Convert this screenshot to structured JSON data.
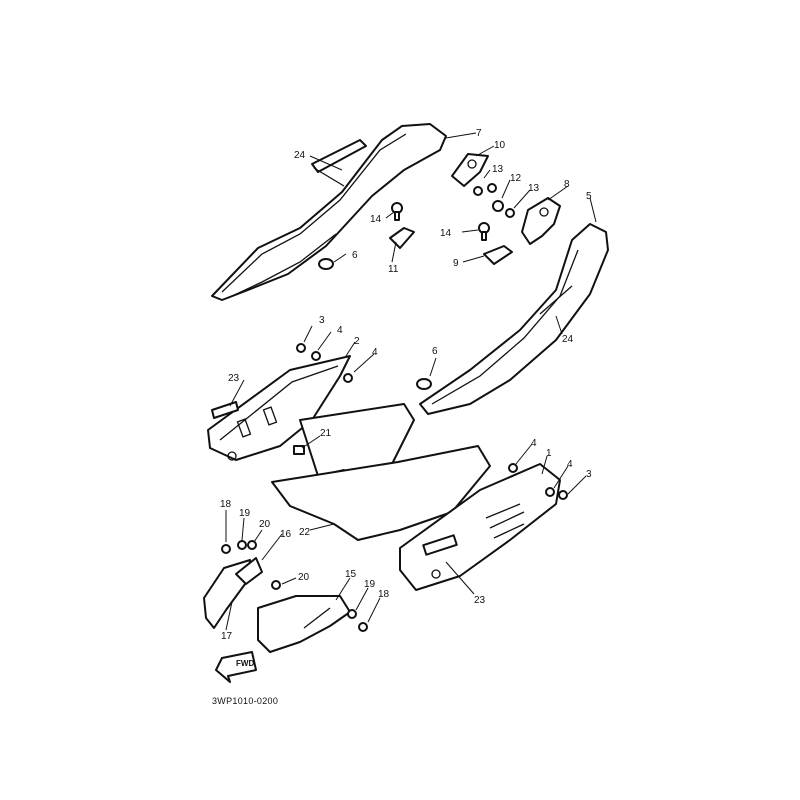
{
  "diagram": {
    "part_code": "3WP1010-0200",
    "direction_arrow": "FWD",
    "callouts": {
      "c1": "1",
      "c2": "2",
      "c3a": "3",
      "c3b": "3",
      "c4a": "4",
      "c4b": "4",
      "c4c": "4",
      "c4d": "4",
      "c5": "5",
      "c6a": "6",
      "c6b": "6",
      "c7": "7",
      "c8": "8",
      "c9": "9",
      "c10": "10",
      "c11": "11",
      "c12": "12",
      "c13a": "13",
      "c13b": "13",
      "c14a": "14",
      "c14b": "14",
      "c15": "15",
      "c16": "16",
      "c17": "17",
      "c18a": "18",
      "c18b": "18",
      "c19a": "19",
      "c19b": "19",
      "c20a": "20",
      "c20b": "20",
      "c21": "21",
      "c22": "22",
      "c23a": "23",
      "c23b": "23",
      "c24a": "24",
      "c24b": "24"
    }
  }
}
